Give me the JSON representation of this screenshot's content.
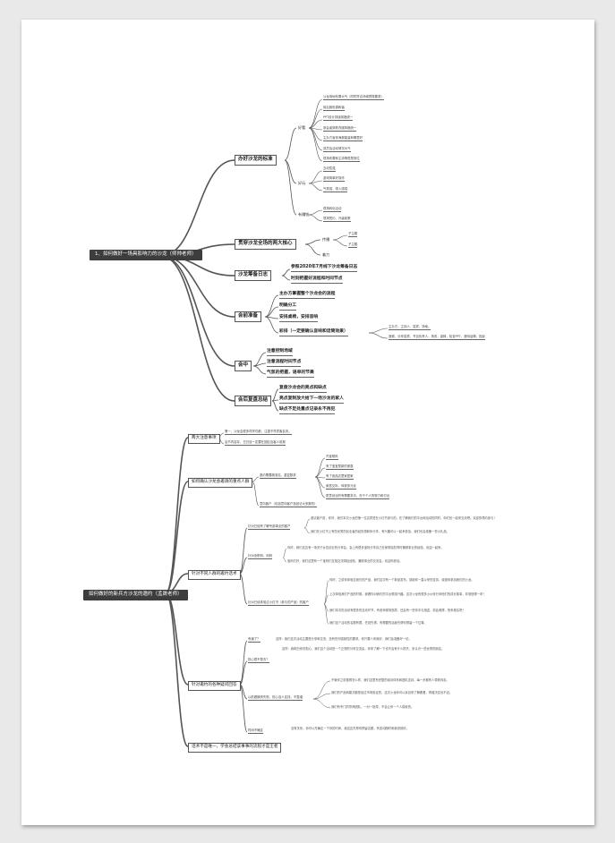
{
  "map1": {
    "root": "1、如何做好一场具影响力的沙龙（师帅老师）",
    "standards": {
      "label": "办好沙龙的标准",
      "good_label": "好看",
      "good_items": [
        "沙龙场地布置大气（同时符合场域预算要求）",
        "前后颜色调和谐",
        "PPT设计排版风格统一",
        "参会者穿着衣服风格统一",
        "主办方宣传海报能量和哪里好",
        "成员及活动情况大气",
        "现场布置和主持等很是到位"
      ],
      "fun_label": "好玩",
      "fun_items": [
        "互动性强",
        "游戏简单好操作",
        "气氛强，带入感强"
      ],
      "fruit_label": "有赚钱",
      "fruit_items": [
        "现场转化活动",
        "现场签约，升级政策"
      ]
    },
    "core": {
      "label": "贯穿沙龙全场的两大核心",
      "sub1": "传播",
      "sub1_items": [
        "子主题",
        "子主题"
      ],
      "sub2": "着力"
    },
    "log": {
      "label": "沙龙筹备日志",
      "items": [
        "参照2020年7月线下沙龙筹备日志",
        "时刻把握好流程和时间节点"
      ]
    },
    "prep": {
      "label": "会前准备",
      "items": [
        "主办方掌握整个沙龙会的流程",
        "明确分工",
        "安排桌椅，安排音响",
        "彩排（一定要确认音响和话筒效果）"
      ],
      "rehearsal_items": [
        "主办方，主持人，嘉宾，场地。",
        "音频，分享嘉宾，节目负责人，场务，桌椅，检查PPT，音响话筒，投影"
      ]
    },
    "during": {
      "label": "会中",
      "items": [
        "注意控制场域",
        "注意流程时间节点",
        "气氛的把握，语单的节奏"
      ]
    },
    "review": {
      "label": "会后复盘总结",
      "items": [
        "复盘沙龙会的亮点和缺点",
        "亮点复制放大给下一场沙龙的家人",
        "缺点不足处重点记录永不再犯"
      ]
    }
  },
  "map2": {
    "root": "如何做好的新兵方沙龙的邀约（孟晟老师）",
    "notes": {
      "label": "两大注意事项",
      "items": [
        "第一，沙龙会很多同学们都，注重不符宾客会务。",
        "会节内容存，日日目一定要在团区及客人前报"
      ]
    },
    "confirm": {
      "label": "如何确认沙龙会邀请的重点人群",
      "sub1": "邀约需要精准名，重复数求",
      "sub1_items": [
        "汽宝爸妈",
        "有了宝宝是新的家庭",
        "有了用品店里家居家",
        "家居交际，体现多元化",
        "愿意创业的有需要多次，在于个人的努力和付出"
      ],
      "sub2": "意向客户（包括意向客户及回访大多数的）"
    },
    "diff": {
      "label": "针对不同人群的邀约话术",
      "sub1": "针对已经有了解专部事业的客户",
      "sub2": "针对全职妈、妈妈",
      "sub3": "针对已经体验过小红书（参与的产品）的客户",
      "p1": "邀请客户前，你好，我们本次沙龙的第一位嘉宾是在小红书参与的。在了解我们的平台和活动的同时，你们也一起来交流吧。欢迎你预约参与！",
      "p2": "我们在小红书上有些优秀的创业者的经历想和你分享，有兴趣可以一起来参加。我们也会准备一些小礼品。",
      "p3": "你好，我们这边有一场关于女性创业的分享会，会上有很多宝妈分享自己在家带娃的同时兼顾事业的经验，欢迎一起来。",
      "p4": "宝妈们好，我们这里有一个宝妈们互相交流带娃经验、兼顾事业的交流会，欢迎你参加。",
      "p5": "你好，之前你体验过我们的产品，我们这次有一个新品发布，感谢你一直以来的支持，诚邀你参加我们的沙龙。",
      "p6": "上次体验我们产品的时候，我看你对我们的平台很感兴趣。这次沙龙有很多小伙伴分享他们的成长故事，非常值得一听！",
      "p7": "我们本次的活动有很多的互动环节，有老师现场指导，还会有一些伴手礼相送，机会难得，快来报名吧！",
      "p8": "我们这个活动的名额有限，先到先得，有需要的话我先帮你预留一个位置。"
    },
    "obj": {
      "label": "针对邀约的各种疑问回答",
      "sub1": "有道了？",
      "sub2": "担心是不是去？",
      "sub3": "以前做微商失败，担心没人支持，不靠谱",
      "sub4": "时间不确定",
      "p1": "这样：我们这次活动主要是分享和交流，没有任何强制性的要求。你只要人来就好，我们会准备好一切。",
      "p2": "这样：我明白你的担心，我们这个活动是一个正规的分享交流会，你来了解一下也不会有什么损失，多认识一些优秀的朋友。",
      "p3": "不管你之前做得怎么样，我们这里有完整的培训体系和团队支持，每一步都有人带着你走。",
      "p4": "我们的产品和模式都是经过市场验证的，这次沙龙你可以亲自来了解看看，再做决定也不迟。",
      "p5": "我们有专门的导师团队，一对一指导，不会让你一个人摸索的。",
      "p6": "没有关系，你可以先确定一下你的时间，我这边先帮你预留名额，有变动随时和我说就好。"
    },
    "closing": {
      "label": "话术不是唯一，学会总结该事事的流程才是王者"
    }
  }
}
